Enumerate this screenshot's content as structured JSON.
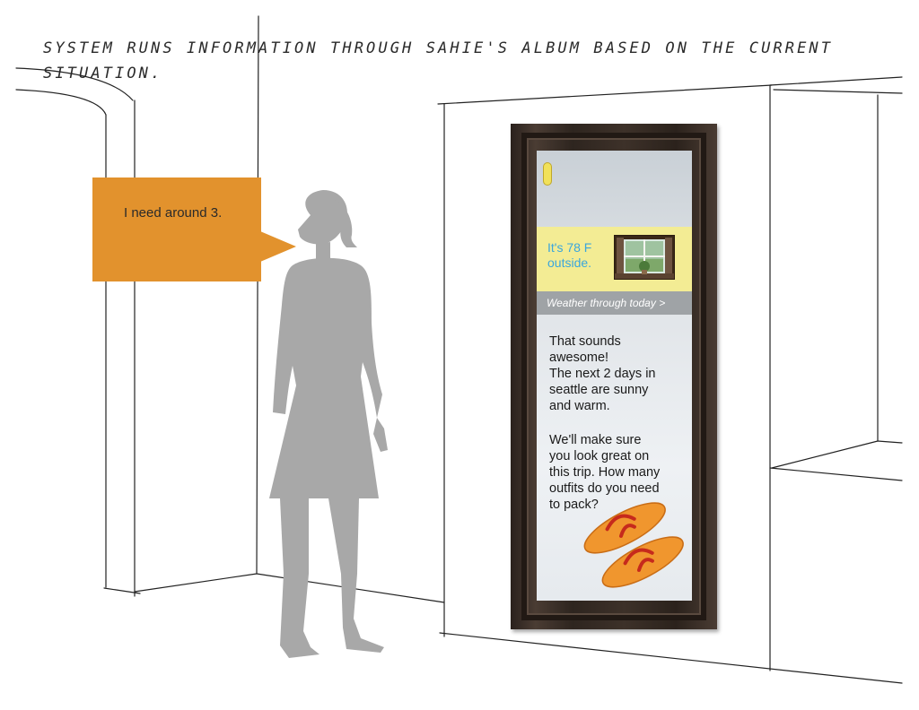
{
  "caption": "SYSTEM runs information through Sahie's album based on the current situation.",
  "speech_bubble": {
    "text": "I need around 3."
  },
  "mirror": {
    "weather": {
      "line1": "It's 78 F",
      "line2": "outside.",
      "link_label": "Weather through today  >"
    },
    "message": {
      "line1": "That sounds",
      "line2": "awesome!",
      "line3": "The next 2 days in",
      "line4": "seattle are sunny",
      "line5": "and warm.",
      "line6": "We'll make sure",
      "line7": "you look great on",
      "line8": "this trip. How many",
      "line9": "outfits do you need",
      "line10": "to pack?"
    },
    "icons": [
      "pill-icon",
      "window-photo",
      "sandals-image"
    ]
  },
  "colors": {
    "bubble": "#e2922d",
    "weather_band": "#f3ec94",
    "weather_text": "#3aa6dd",
    "link_band": "#9fa3a6",
    "frame": "#2e251f",
    "figure": "#a8a8a8"
  }
}
